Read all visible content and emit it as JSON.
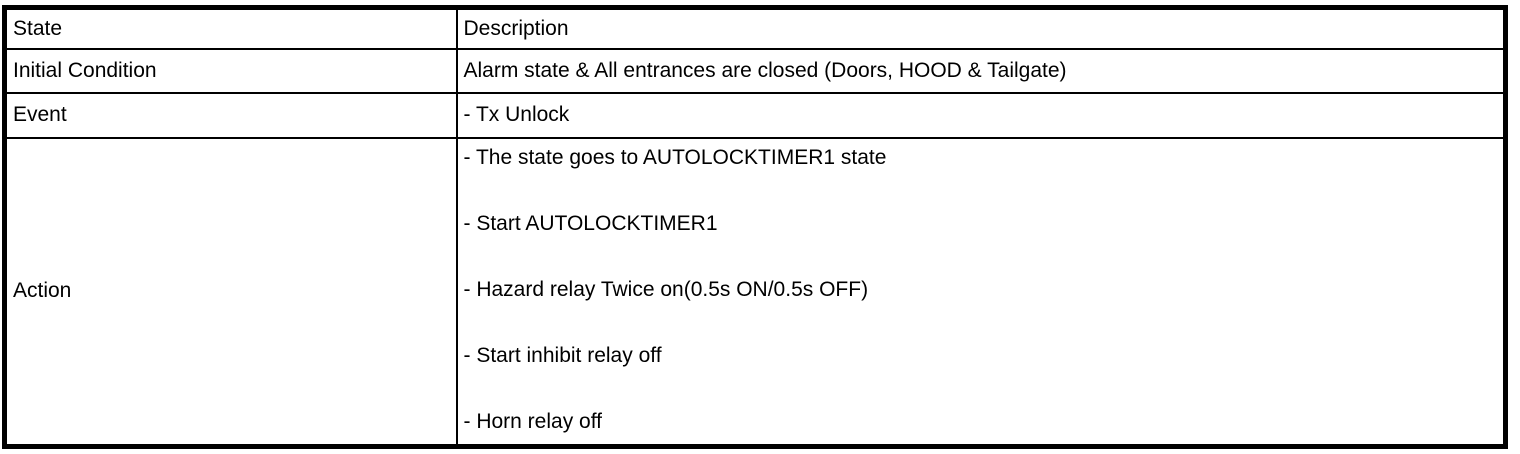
{
  "table": {
    "header": {
      "state": "State",
      "description": "Description"
    },
    "rows": [
      {
        "state": "Initial Condition",
        "description_lines": [
          "Alarm state & All entrances are closed (Doors, HOOD & Tailgate)"
        ]
      },
      {
        "state": "Event",
        "description_lines": [
          "- Tx Unlock"
        ]
      },
      {
        "state": "Action",
        "description_lines": [
          "- The state goes to AUTOLOCKTIMER1 state",
          "- Start AUTOLOCKTIMER1",
          "- Hazard relay Twice on(0.5s ON/0.5s OFF)",
          "- Start inhibit relay off",
          "- Horn relay off"
        ]
      }
    ]
  },
  "colors": {
    "border": "#000000",
    "background": "#ffffff",
    "text": "#000000"
  }
}
